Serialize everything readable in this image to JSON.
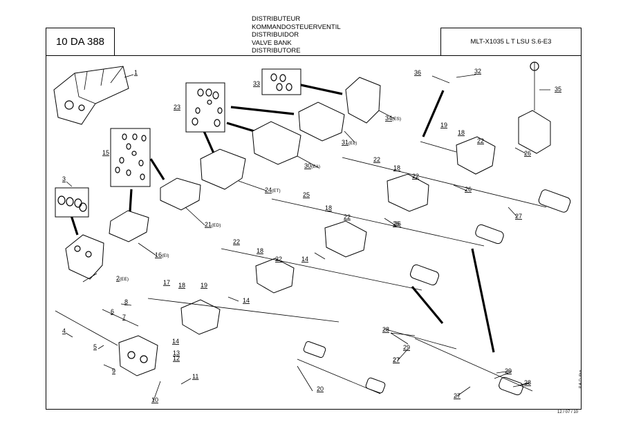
{
  "header": {
    "reference": "10 DA 388",
    "titles": [
      "DISTRIBUTEUR",
      "KOMMANDOSTEUERVENTIL",
      "DISTRIBUIDOR",
      "VALVE BANK",
      "DISTRIBUTORE"
    ],
    "model": "MLT-X1035 L T LSU S.6-E3"
  },
  "footer": {
    "date": "12 / 07 / 10",
    "mark": "P.A.O. illus"
  },
  "callouts": [
    {
      "n": "1",
      "s": ""
    },
    {
      "n": "2",
      "s": "(EE)"
    },
    {
      "n": "3",
      "s": ""
    },
    {
      "n": "4",
      "s": ""
    },
    {
      "n": "5",
      "s": ""
    },
    {
      "n": "6",
      "s": ""
    },
    {
      "n": "7",
      "s": ""
    },
    {
      "n": "8",
      "s": ""
    },
    {
      "n": "9",
      "s": ""
    },
    {
      "n": "10",
      "s": ""
    },
    {
      "n": "11",
      "s": ""
    },
    {
      "n": "12",
      "s": ""
    },
    {
      "n": "13",
      "s": ""
    },
    {
      "n": "14",
      "s": ""
    },
    {
      "n": "14",
      "s": ""
    },
    {
      "n": "14",
      "s": ""
    },
    {
      "n": "15",
      "s": ""
    },
    {
      "n": "16",
      "s": "(EI)"
    },
    {
      "n": "17",
      "s": ""
    },
    {
      "n": "18",
      "s": ""
    },
    {
      "n": "19",
      "s": ""
    },
    {
      "n": "20",
      "s": ""
    },
    {
      "n": "21",
      "s": "(ED)"
    },
    {
      "n": "22",
      "s": ""
    },
    {
      "n": "18",
      "s": ""
    },
    {
      "n": "22",
      "s": ""
    },
    {
      "n": "23",
      "s": ""
    },
    {
      "n": "24",
      "s": "(ET)"
    },
    {
      "n": "25",
      "s": ""
    },
    {
      "n": "18",
      "s": ""
    },
    {
      "n": "22",
      "s": ""
    },
    {
      "n": "26",
      "s": ""
    },
    {
      "n": "22",
      "s": ""
    },
    {
      "n": "18",
      "s": ""
    },
    {
      "n": "22",
      "s": ""
    },
    {
      "n": "26",
      "s": ""
    },
    {
      "n": "27",
      "s": ""
    },
    {
      "n": "30",
      "s": "(EA)"
    },
    {
      "n": "31",
      "s": "(EL)"
    },
    {
      "n": "33",
      "s": ""
    },
    {
      "n": "36",
      "s": ""
    },
    {
      "n": "34",
      "s": "(ES)"
    },
    {
      "n": "32",
      "s": ""
    },
    {
      "n": "35",
      "s": ""
    },
    {
      "n": "19",
      "s": ""
    },
    {
      "n": "18",
      "s": ""
    },
    {
      "n": "22",
      "s": ""
    },
    {
      "n": "26",
      "s": ""
    },
    {
      "n": "26",
      "s": ""
    },
    {
      "n": "27",
      "s": ""
    },
    {
      "n": "28",
      "s": ""
    },
    {
      "n": "29",
      "s": ""
    },
    {
      "n": "27",
      "s": ""
    },
    {
      "n": "29",
      "s": ""
    },
    {
      "n": "28",
      "s": ""
    },
    {
      "n": "27",
      "s": ""
    }
  ]
}
